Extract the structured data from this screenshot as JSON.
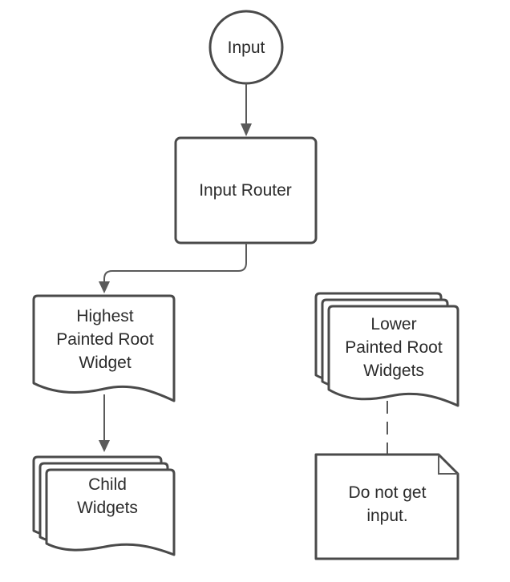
{
  "nodes": {
    "input": "Input",
    "input_router": "Input Router",
    "highest_root": [
      "Highest",
      "Painted Root",
      "Widget"
    ],
    "child_widgets": [
      "Child",
      "Widgets"
    ],
    "lower_roots": [
      "Lower",
      "Painted Root",
      "Widgets"
    ],
    "note": [
      "Do not get",
      "input."
    ]
  },
  "edges": [
    {
      "from": "input",
      "to": "input_router",
      "style": "arrow"
    },
    {
      "from": "input_router",
      "to": "highest_root",
      "style": "arrow"
    },
    {
      "from": "highest_root",
      "to": "child_widgets",
      "style": "arrow"
    },
    {
      "from": "lower_roots",
      "to": "note",
      "style": "dashed"
    }
  ]
}
